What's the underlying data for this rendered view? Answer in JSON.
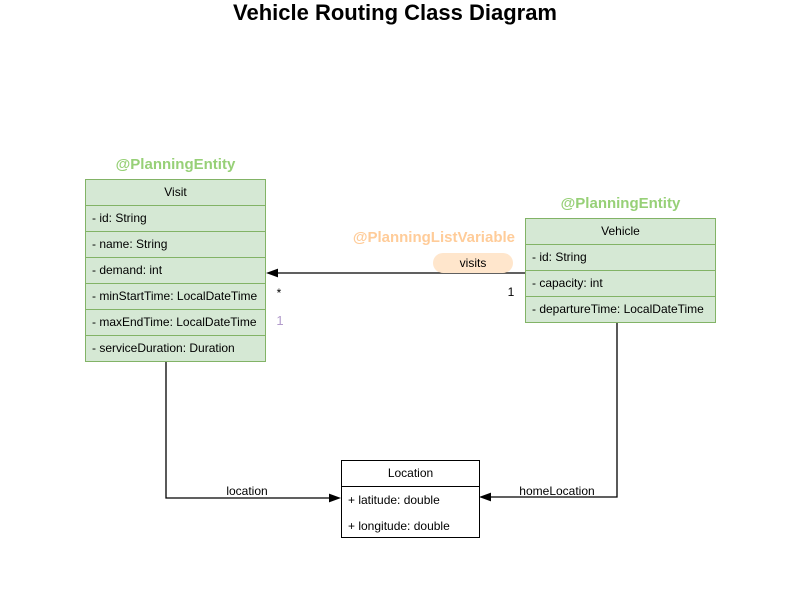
{
  "title": "Vehicle Routing Class Diagram",
  "classes": {
    "visit": {
      "annotation": "@PlanningEntity",
      "name": "Visit",
      "attributes": [
        "- id: String",
        "- name: String",
        "- demand: int",
        "- minStartTime: LocalDateTime",
        "- maxEndTime: LocalDateTime",
        "- serviceDuration: Duration"
      ]
    },
    "vehicle": {
      "annotation": "@PlanningEntity",
      "name": "Vehicle",
      "attributes": [
        "- id: String",
        "- capacity: int",
        "- departureTime: LocalDateTime"
      ]
    },
    "location": {
      "name": "Location",
      "attributes": [
        "+ latitude: double",
        "+ longitude: double"
      ]
    }
  },
  "edges": {
    "visits": {
      "annotation": "@PlanningListVariable",
      "label": "visits",
      "target_multiplicity": "*",
      "source_multiplicity": "1",
      "overlay_multiplicity": "1"
    },
    "location": {
      "label": "location"
    },
    "home_location": {
      "label": "homeLocation"
    }
  },
  "colors": {
    "entity_fill": "#d5e8d4",
    "entity_border": "#82b366",
    "entity_annotation_text": "#97d077",
    "list_variable_annotation_text": "#ffcc99",
    "visits_label_bg": "#ffe6cc",
    "overlay_multiplicity_text": "#b29bcb",
    "plain_class_border": "#000000",
    "edge_color": "#000000"
  }
}
